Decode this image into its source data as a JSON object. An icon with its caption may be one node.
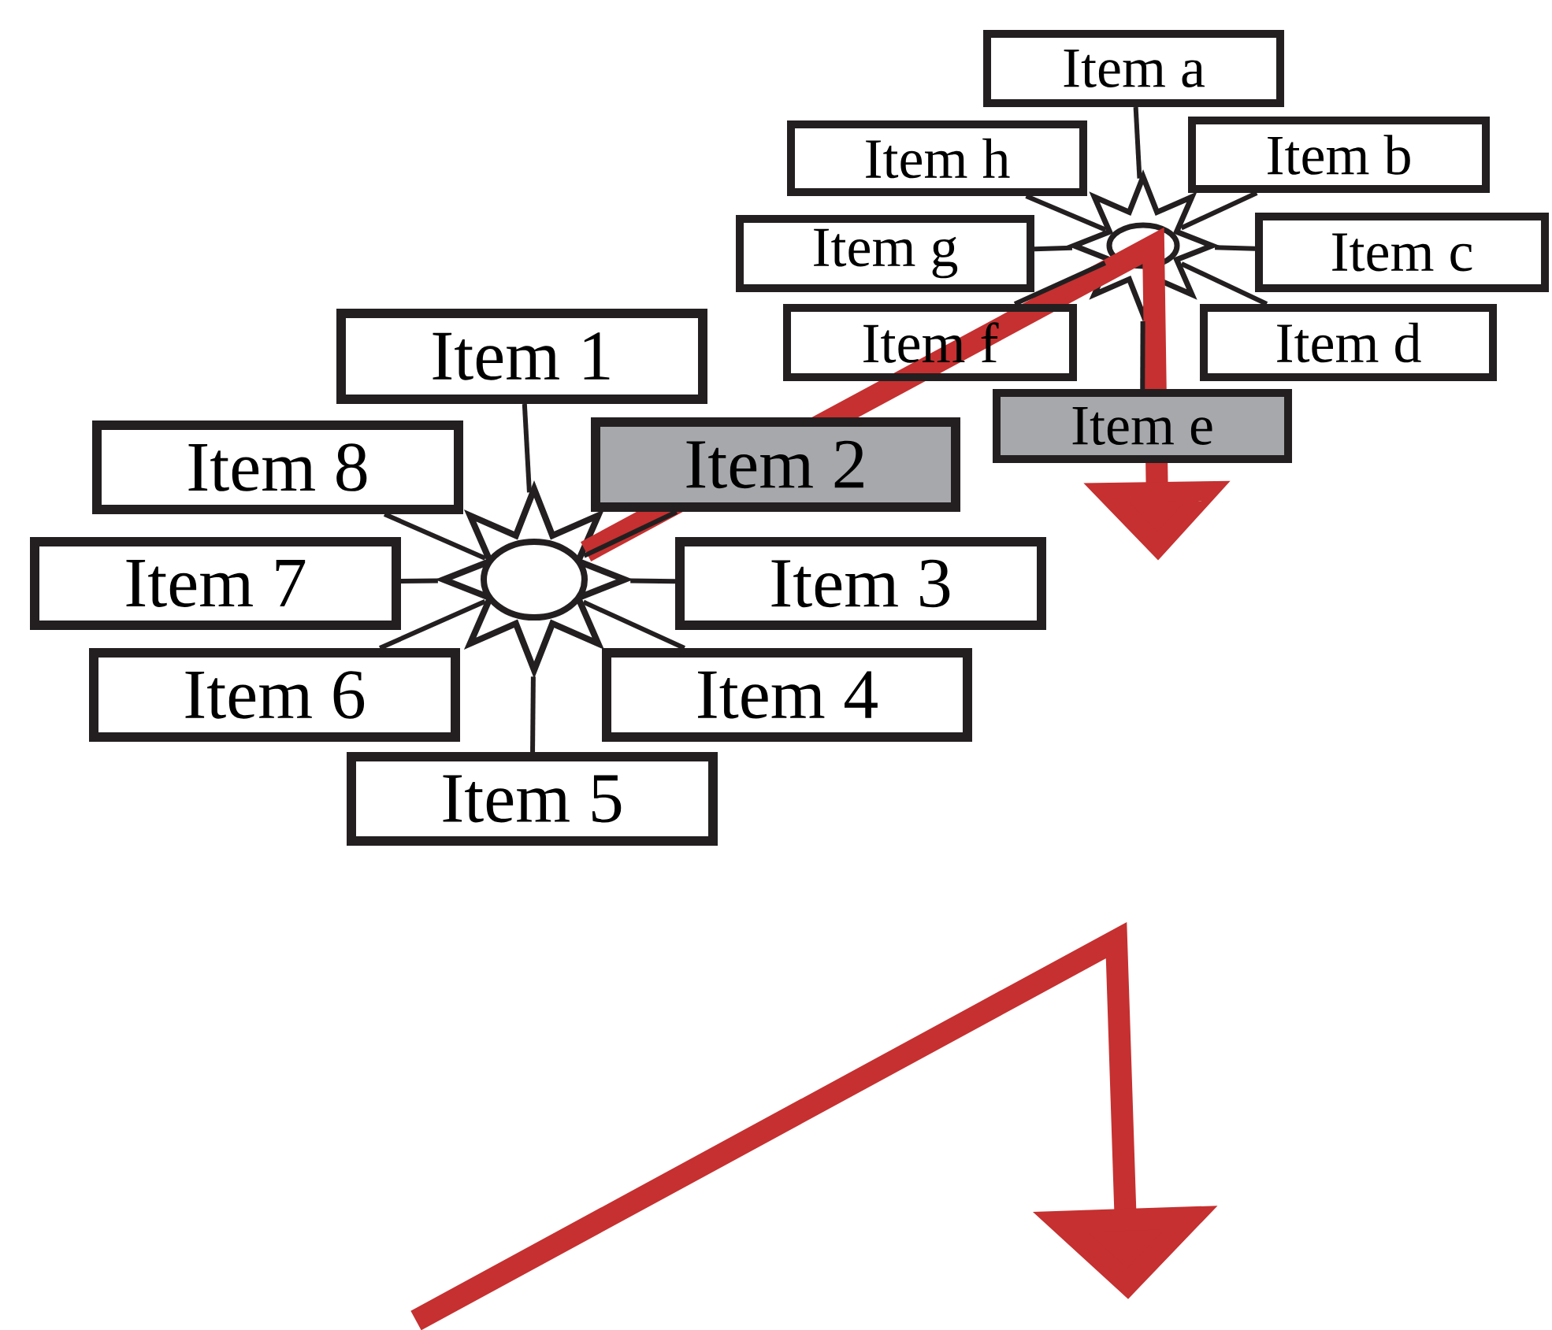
{
  "diagram": {
    "nodes": [
      {
        "text": [],
        "shape": "star"
      },
      {
        "text": [
          "Item 1"
        ]
      },
      {
        "text": [
          "Item 2"
        ]
      },
      {
        "text": [
          "Item 3"
        ]
      },
      {
        "text": [
          "Item 4"
        ]
      },
      {
        "text": [
          "Item 5"
        ]
      },
      {
        "text": [
          "Item 6"
        ]
      },
      {
        "text": [
          "Item 7"
        ]
      },
      {
        "text": [
          "Item 8"
        ]
      },
      {
        "text": [],
        "shape": "star"
      },
      {
        "text": [
          "Item a"
        ]
      },
      {
        "text": [
          "Item b"
        ]
      },
      {
        "text": [
          "Item c"
        ]
      },
      {
        "text": [
          "Item d"
        ]
      },
      {
        "text": [
          "Item e"
        ]
      },
      {
        "text": [
          "Item f"
        ]
      },
      {
        "text": [
          "Item g"
        ]
      },
      {
        "text": [
          "Item h"
        ]
      }
    ],
    "edges": [
      {
        "from": 0,
        "to": 1,
        "arrow": "none"
      },
      {
        "from": 0,
        "to": 2,
        "arrow": "none"
      },
      {
        "from": 0,
        "to": 3,
        "arrow": "none"
      },
      {
        "from": 0,
        "to": 4,
        "arrow": "none"
      },
      {
        "from": 0,
        "to": 5,
        "arrow": "none"
      },
      {
        "from": 0,
        "to": 6,
        "arrow": "none"
      },
      {
        "from": 0,
        "to": 7,
        "arrow": "none"
      },
      {
        "from": 0,
        "to": 8,
        "arrow": "none"
      },
      {
        "from": 9,
        "to": 10,
        "arrow": "none"
      },
      {
        "from": 9,
        "to": 11,
        "arrow": "none"
      },
      {
        "from": 9,
        "to": 12,
        "arrow": "none"
      },
      {
        "from": 9,
        "to": 13,
        "arrow": "none"
      },
      {
        "from": 9,
        "to": 14,
        "arrow": "none"
      },
      {
        "from": 9,
        "to": 15,
        "arrow": "none"
      },
      {
        "from": 9,
        "to": 16,
        "arrow": "none"
      },
      {
        "from": 9,
        "to": 17,
        "arrow": "none"
      },
      {
        "from": 0,
        "to": null,
        "arrow": "to",
        "style": "thick",
        "color": "#c63030"
      }
    ]
  }
}
